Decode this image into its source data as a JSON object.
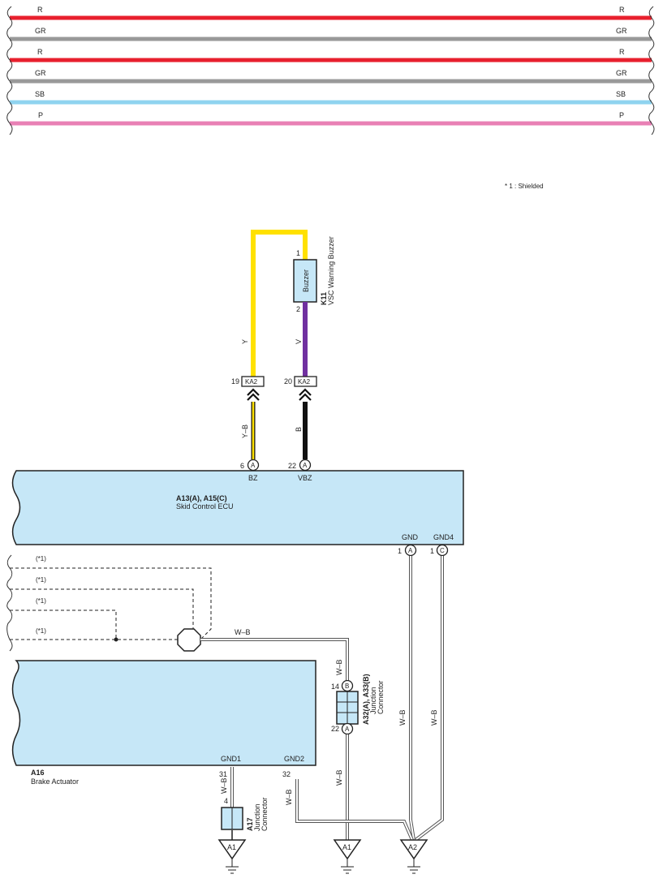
{
  "top_wires": [
    {
      "left": "R",
      "right": "R",
      "color": "#e8202e"
    },
    {
      "left": "GR",
      "right": "GR",
      "color": "#999999"
    },
    {
      "left": "R",
      "right": "R",
      "color": "#e8202e"
    },
    {
      "left": "GR",
      "right": "GR",
      "color": "#999999"
    },
    {
      "left": "SB",
      "right": "SB",
      "color": "#8fd3ef"
    },
    {
      "left": "P",
      "right": "P",
      "color": "#e980b5"
    }
  ],
  "note": "* 1 : Shielded",
  "buzzer": {
    "box": "Buzzer",
    "code": "K11",
    "name": "VSC Warning Buzzer",
    "pin_top": "1",
    "pin_bottom": "2"
  },
  "wires": {
    "y": "Y",
    "v": "V",
    "yb": "Y–B",
    "b": "B",
    "wb": "W–B"
  },
  "connectors": {
    "ka2_left": {
      "pin": "19",
      "label": "KA2"
    },
    "ka2_right": {
      "pin": "20",
      "label": "KA2"
    }
  },
  "ecu": {
    "code": "A13(A), A15(C)",
    "name": "Skid Control ECU",
    "bz_pin": "6",
    "bz_conn": "A",
    "bz_term": "BZ",
    "vbz_pin": "22",
    "vbz_conn": "A",
    "vbz_term": "VBZ",
    "gnd_term": "GND",
    "gnd_pin": "1",
    "gnd_conn": "A",
    "gnd4_term": "GND4",
    "gnd4_pin": "1",
    "gnd4_conn": "C"
  },
  "shield_tags": [
    "(*1)",
    "(*1)",
    "(*1)",
    "(*1)"
  ],
  "actuator": {
    "code": "A16",
    "name": "Brake Actuator",
    "gnd1_term": "GND1",
    "gnd1_pin": "31",
    "gnd2_term": "GND2",
    "gnd2_pin": "32"
  },
  "jc_a32": {
    "code": "A32(A), A33(B)",
    "name1": "Junction",
    "name2": "Connector",
    "top_pin": "14",
    "top_conn": "B",
    "bottom_pin": "22",
    "bottom_conn": "A"
  },
  "jc_a17": {
    "code": "A17",
    "name1": "Junction",
    "name2": "Connector",
    "pin": "4"
  },
  "grounds": {
    "g1": "A1",
    "g2": "A1",
    "g3": "A2"
  },
  "colors": {
    "ecu_fill": "#c6e7f7",
    "yellow": "#ffe100",
    "violet": "#7030a0",
    "black": "#111111"
  }
}
